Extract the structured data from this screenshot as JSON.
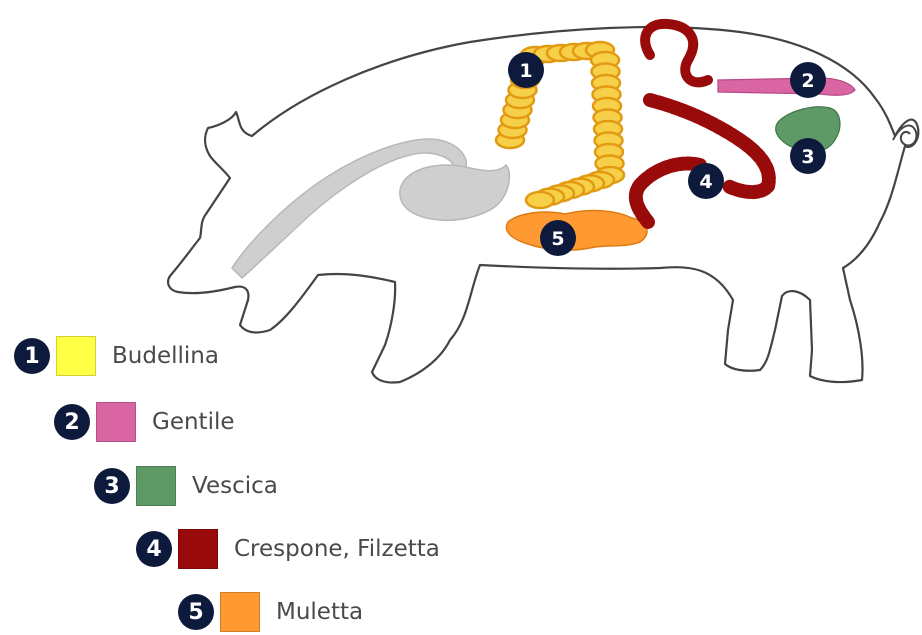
{
  "organs": [
    {
      "id": 1,
      "number": "1",
      "name": "Budellina",
      "color": "#ffff44"
    },
    {
      "id": 2,
      "number": "2",
      "name": "Gentile",
      "color": "#d966a3"
    },
    {
      "id": 3,
      "number": "3",
      "name": "Vescica",
      "color": "#5e9a66"
    },
    {
      "id": 4,
      "number": "4",
      "name": "Crespone, Filzetta",
      "color": "#990a0a"
    },
    {
      "id": 5,
      "number": "5",
      "name": "Muletta",
      "color": "#ff9a33"
    }
  ],
  "colors": {
    "intestine_fill": "#f7d04a",
    "intestine_stroke": "#e29a12",
    "stomach": "#cfcfcf",
    "badge": "#0e1a3c",
    "outline": "#444444"
  }
}
